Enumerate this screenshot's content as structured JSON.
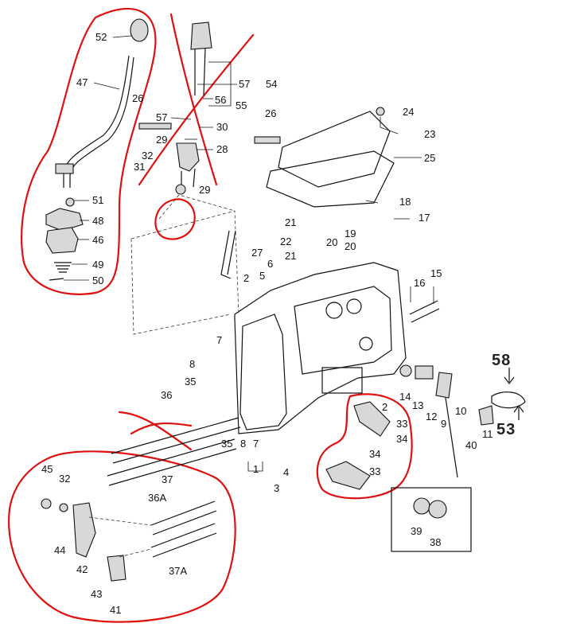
{
  "labels": {
    "l52": "52",
    "l47": "47",
    "l51": "51",
    "l48": "48",
    "l46": "46",
    "l49": "49",
    "l50": "50",
    "l57a": "57",
    "l54": "54",
    "l56": "56",
    "l55": "55",
    "l57b": "57",
    "l26a": "26",
    "l30": "30",
    "l29a": "29",
    "l28": "28",
    "l32a": "32",
    "l31": "31",
    "l29b": "29",
    "l24": "24",
    "l26b": "26",
    "l23": "23",
    "l25": "25",
    "l18": "18",
    "l17": "17",
    "l21a": "21",
    "l22": "22",
    "l20a": "20",
    "l19": "19",
    "l20b": "20",
    "l21b": "21",
    "l27": "27",
    "l6": "6",
    "l5": "5",
    "l2a": "2",
    "l16": "16",
    "l15": "15",
    "l7a": "7",
    "l8a": "8",
    "l35a": "35",
    "l36": "36",
    "l35b": "35",
    "l8b": "8",
    "l7b": "7",
    "l1": "1",
    "l37": "37",
    "l4": "4",
    "l3": "3",
    "l14": "14",
    "l13": "13",
    "l12": "12",
    "l10": "10",
    "l9": "9",
    "l2b": "2",
    "l33a": "33",
    "l34a": "34",
    "l34b": "34",
    "l33b": "33",
    "l11": "11",
    "l40": "40",
    "l58": "58",
    "l53": "53",
    "l39": "39",
    "l38": "38",
    "l45": "45",
    "l32b": "32",
    "l36A": "36A",
    "l44": "44",
    "l42": "42",
    "l43": "43",
    "l37A": "37A",
    "l41": "41"
  },
  "colors": {
    "annotation": "#e01010",
    "ink": "#111111",
    "paper": "#ffffff"
  }
}
